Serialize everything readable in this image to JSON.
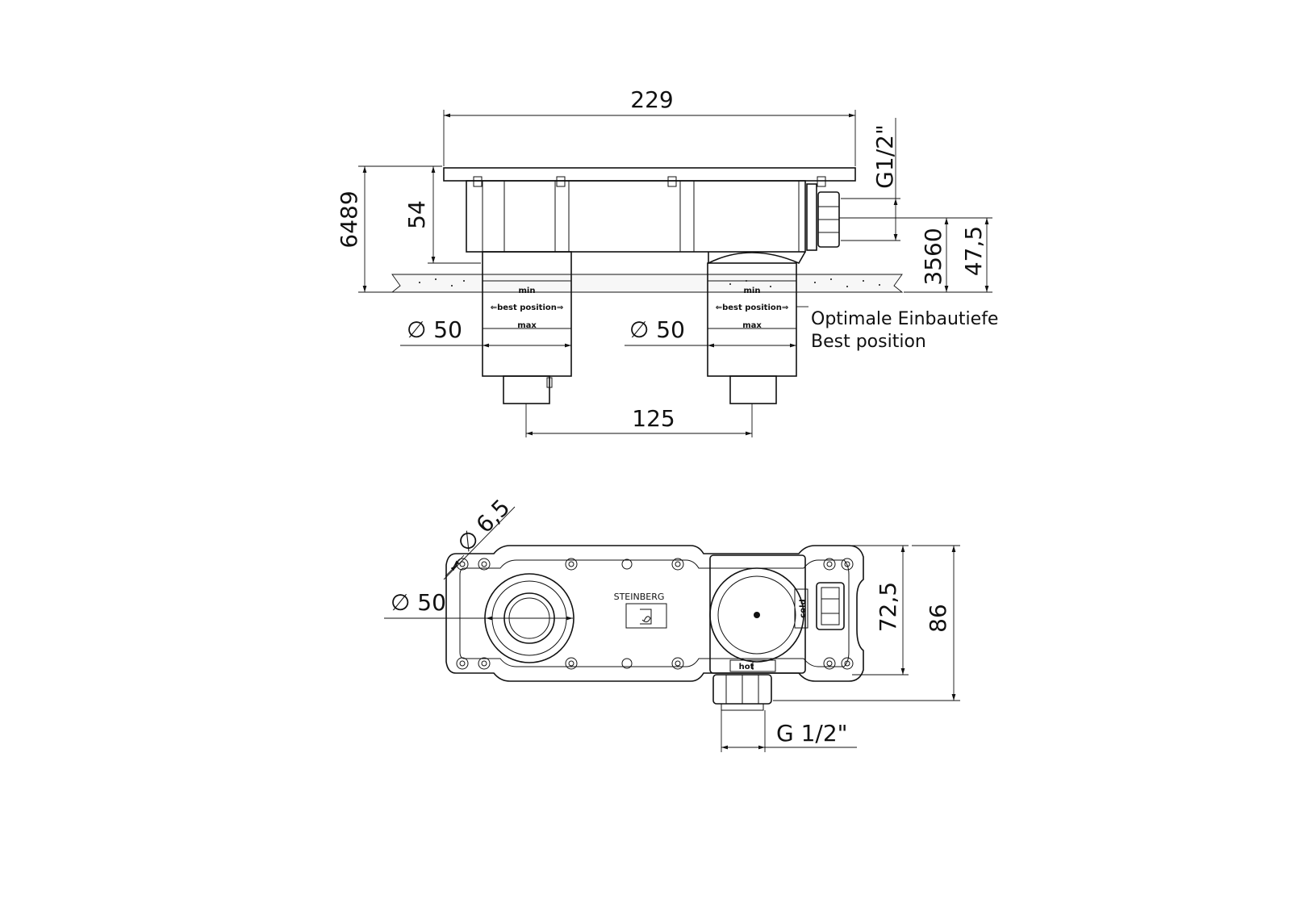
{
  "top_view": {
    "dim_width": "229",
    "dim_thread": "G1/2\"",
    "dim_total": "6489",
    "dim_body": "54",
    "dim_3560": "3560",
    "dim_475": "47,5",
    "dia_left": "∅ 50",
    "dia_right": "∅ 50",
    "dim_spacing": "125",
    "sleeve_min": "min",
    "sleeve_best": "⇐best position⇒",
    "sleeve_max": "max",
    "note_de": "Optimale Einbautiefe",
    "note_en": "Best position"
  },
  "bottom_view": {
    "dia_hole": "∅ 6,5",
    "dia_left": "∅ 50",
    "dim_725": "72,5",
    "dim_86": "86",
    "dim_thread": "G 1/2\"",
    "brand": "STEINBERG",
    "label_cold": "cold",
    "label_hot": "hot"
  }
}
